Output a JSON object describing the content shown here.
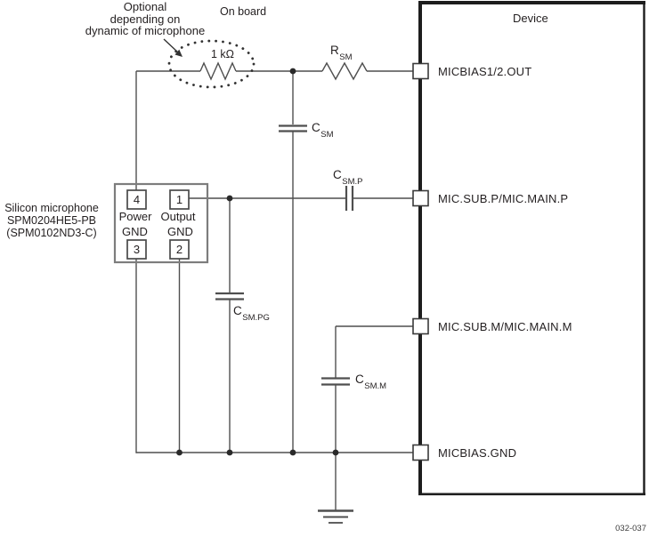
{
  "annotation": {
    "lines": [
      "Optional",
      "depending on",
      "dynamic of microphone"
    ]
  },
  "board_label": "On board",
  "device": {
    "title": "Device",
    "pins": [
      {
        "label": "MICBIAS1/2.OUT"
      },
      {
        "label": "MIC.SUB.P/MIC.MAIN.P"
      },
      {
        "label": "MIC.SUB.M/MIC.MAIN.M"
      },
      {
        "label": "MICBIAS.GND"
      }
    ]
  },
  "components": {
    "r_optional": {
      "value": "1 kΩ"
    },
    "r_sm": {
      "main": "R",
      "sub": "SM"
    },
    "c_sm": {
      "main": "C",
      "sub": "SM"
    },
    "c_sm_p": {
      "main": "C",
      "sub": "SM.P"
    },
    "c_sm_pg": {
      "main": "C",
      "sub": "SM.PG"
    },
    "c_sm_m": {
      "main": "C",
      "sub": "SM.M"
    }
  },
  "microphone": {
    "title_lines": [
      "Silicon microphone",
      "SPM0204HE5-PB",
      "(SPM0102ND3-C)"
    ],
    "pins": [
      {
        "num": "4",
        "label": "Power"
      },
      {
        "num": "1",
        "label": "Output"
      },
      {
        "num": "3",
        "label": "GND"
      },
      {
        "num": "2",
        "label": "GND"
      }
    ]
  },
  "figure_id": "032-037",
  "colors": {
    "wire": "#4f4f4f",
    "device_border": "#1d1d1d",
    "mic_border": "#7d7d7d",
    "text": "#231f20"
  }
}
